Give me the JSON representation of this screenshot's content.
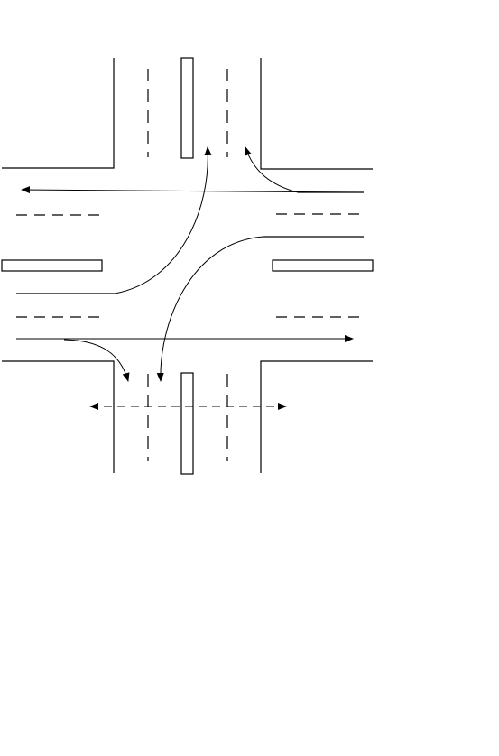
{
  "diagram": {
    "kind": "intersection",
    "colors": {
      "stroke": "#000000",
      "background": "#ffffff"
    },
    "movements": [
      {
        "id": "through-westbound",
        "type": "through"
      },
      {
        "id": "right-turn-eastside-to-north",
        "type": "right-turn"
      },
      {
        "id": "left-turn-westside-to-north",
        "type": "left-turn"
      },
      {
        "id": "left-turn-eastside-to-south",
        "type": "left-turn"
      },
      {
        "id": "through-eastbound",
        "type": "through"
      },
      {
        "id": "right-turn-westside-to-south",
        "type": "right-turn"
      },
      {
        "id": "pedestrian-crossing-south",
        "type": "two-way-crossing"
      }
    ]
  }
}
